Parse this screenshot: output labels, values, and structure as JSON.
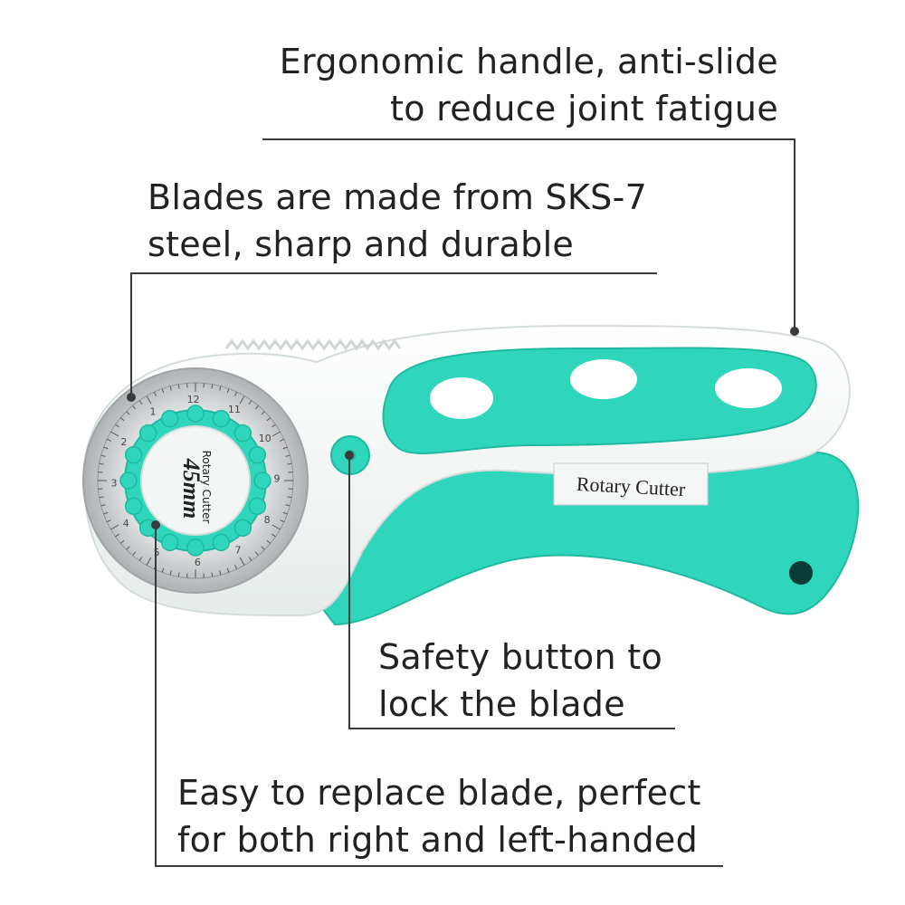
{
  "callouts": {
    "handle": {
      "line1": "Ergonomic handle, anti-slide",
      "line2": "to reduce joint fatigue"
    },
    "blade": {
      "line1": "Blades are made from SKS-7",
      "line2": "steel, sharp and durable"
    },
    "safety": {
      "line1": "Safety button to",
      "line2": "lock the blade"
    },
    "replace": {
      "line1": "Easy to replace blade, perfect",
      "line2": "for both right and left-handed"
    }
  },
  "product": {
    "handle_label": "Rotary Cutter",
    "knob_size": "45mm",
    "knob_label": "Rotary Cutter",
    "blade_scale": [
      "1",
      "2",
      "3",
      "4",
      "5",
      "6",
      "7",
      "8",
      "9",
      "10",
      "11",
      "12"
    ]
  },
  "colors": {
    "accent": "#2fd6bc",
    "accent_dark": "#1fb9a0",
    "body": "#f4f7f6",
    "blade": "#c9cccd",
    "text": "#222222"
  }
}
